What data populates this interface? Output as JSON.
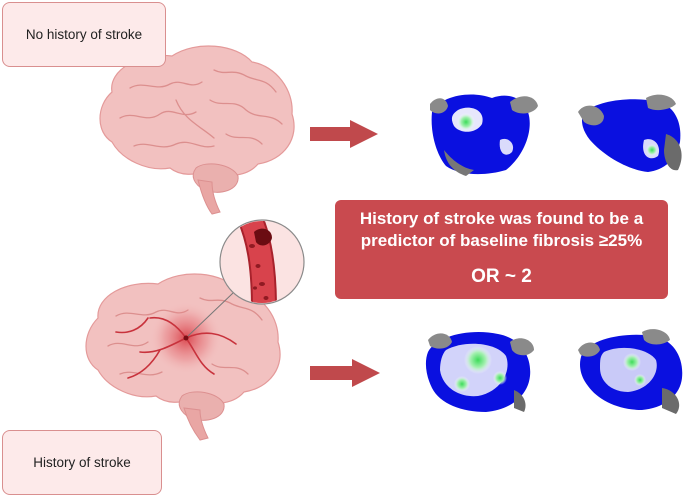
{
  "labels": {
    "no_history": "No history of stroke",
    "history": "History of stroke"
  },
  "finding": {
    "line1": "History of stroke was found to be a",
    "line2": "predictor of baseline fibrosis ≥25%",
    "odds_ratio": "OR ~ 2"
  },
  "colors": {
    "label_fill": "#fdeaea",
    "label_border": "#d98f8f",
    "finding_fill": "#c94a4f",
    "arrow": "#c0494c",
    "brain": "#f2c1c0",
    "atrium_blue": "#0a10e0",
    "fibrosis_green": "#3ddc5a"
  },
  "icons": [
    "brain-icon",
    "stroke-brain-icon",
    "blood-vessel-clot-icon",
    "atrium-map-icon",
    "right-arrow-icon"
  ]
}
